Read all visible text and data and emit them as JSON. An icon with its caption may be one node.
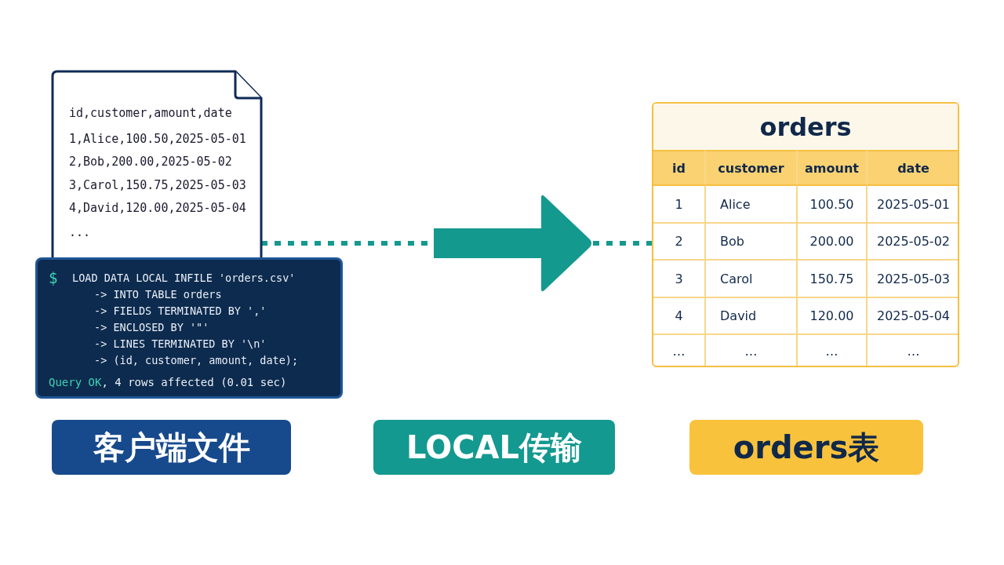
{
  "diagram": {
    "nodes": [
      {
        "text": [
          "id,customer,amount,date",
          "1,Alice,100.50,2025-05-01",
          "2,Bob,200.00,2025-05-02",
          "3,Carol,150.75,2025-05-03",
          "4,David,120.00,2025-05-04",
          "..."
        ]
      },
      {
        "text": [
          "$",
          "LOAD DATA LOCAL INFILE 'orders.csv'",
          "-> INTO TABLE orders",
          "-> FIELDS TERMINATED BY ','",
          "-> ENCLOSED BY '\"'",
          "-> LINES TERMINATED BY '\\n'",
          "-> (id, customer, amount, date);",
          "Query OK, 4 rows affected (0.01 sec)"
        ]
      },
      {
        "text": [
          "orders"
        ]
      },
      {
        "text": [
          "客户端文件"
        ]
      },
      {
        "text": [
          "LOCAL传输"
        ]
      },
      {
        "text": [
          "orders表"
        ]
      },
      {
        "text": [],
        "shape": "arrow"
      }
    ],
    "edges": [
      {
        "from": 0,
        "to": 6,
        "arrow": "none",
        "style": "dashed"
      },
      {
        "from": 6,
        "to": 2,
        "arrow": "none",
        "style": "dashed"
      }
    ],
    "labels": [
      "id",
      "customer",
      "amount",
      "date",
      "1",
      "Alice",
      "100.50",
      "2025-05-01",
      "2",
      "Bob",
      "200.00",
      "2025-05-02",
      "3",
      "Carol",
      "150.75",
      "2025-05-03",
      "4",
      "David",
      "120.00",
      "2025-05-04",
      "…",
      "…",
      "…",
      "…"
    ]
  }
}
